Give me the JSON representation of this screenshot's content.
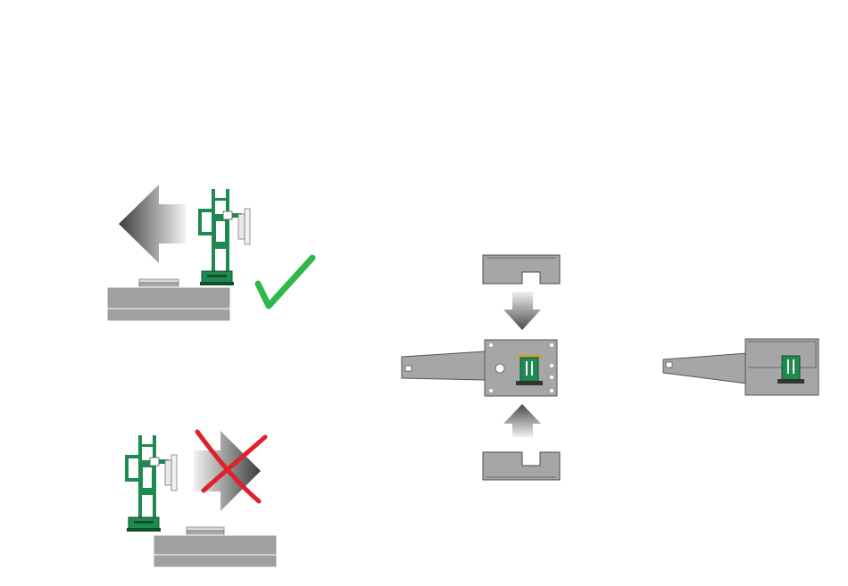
{
  "colors": {
    "background": "#ffffff",
    "component_green": "#1f8a4f",
    "component_dark": "#0f4f2c",
    "board_gray": "#a0a0a0",
    "board_light": "#d4d4d4",
    "bracket_gray": "#a6a6a6",
    "check_green": "#2db84a",
    "cross_red": "#e0202a",
    "outline": "#4a4a4a"
  },
  "steps": [
    {
      "name": "correct-direction",
      "indicator": "check-mark-icon",
      "arrow": "arrow-left-icon"
    },
    {
      "name": "wrong-direction",
      "indicator": "cross-mark-icon",
      "arrow": "arrow-right-icon"
    },
    {
      "name": "assembly",
      "arrows": [
        "arrow-down-icon",
        "arrow-up-icon"
      ]
    },
    {
      "name": "result"
    }
  ]
}
